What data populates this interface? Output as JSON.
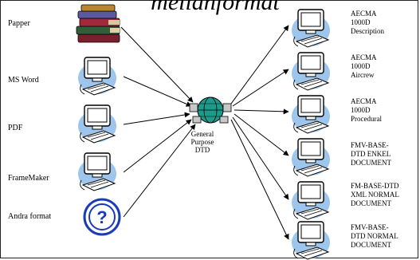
{
  "title": "mellanformat",
  "hub": {
    "label": "General\nPurpose\nDTD",
    "icon": "network-globe-icon"
  },
  "sources": [
    {
      "label": "Papper",
      "icon": "books-icon"
    },
    {
      "label": "MS Word",
      "icon": "computer-icon"
    },
    {
      "label": "PDF",
      "icon": "computer-icon"
    },
    {
      "label": "FrameMaker",
      "icon": "computer-icon"
    },
    {
      "label": "Andra format",
      "icon": "question-icon"
    }
  ],
  "outputs": [
    {
      "label": "AECMA\n1000D\nDescription",
      "icon": "computer-icon"
    },
    {
      "label": "AECMA\n1000D\nAircrew",
      "icon": "computer-icon"
    },
    {
      "label": "AECMA\n1000D\nProcedural",
      "icon": "computer-icon"
    },
    {
      "label": "FMV-BASE-\nDTD ENKEL\nDOCUMENT",
      "icon": "computer-icon"
    },
    {
      "label": "FM-BASE-DTD\nXML NORMAL\nDOCUMENT",
      "icon": "computer-icon"
    },
    {
      "label": "FMV-BASE-\nDTD NORMAL\nDOCUMENT",
      "icon": "computer-icon"
    }
  ]
}
